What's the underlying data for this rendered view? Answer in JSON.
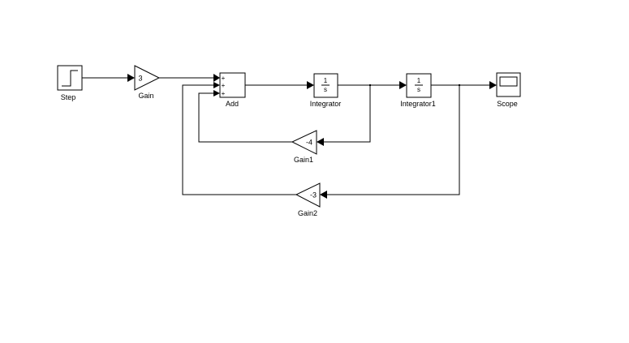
{
  "blocks": {
    "step": {
      "label": "Step"
    },
    "gain": {
      "label": "Gain",
      "value": "3"
    },
    "add": {
      "label": "Add",
      "signs": [
        "+",
        "+",
        "+"
      ]
    },
    "integrator": {
      "label": "Integrator",
      "num": "1",
      "den": "s"
    },
    "integrator1": {
      "label": "Integrator1",
      "num": "1",
      "den": "s"
    },
    "scope": {
      "label": "Scope"
    },
    "gain1": {
      "label": "Gain1",
      "value": "-4"
    },
    "gain2": {
      "label": "Gain2",
      "value": "-3"
    }
  }
}
